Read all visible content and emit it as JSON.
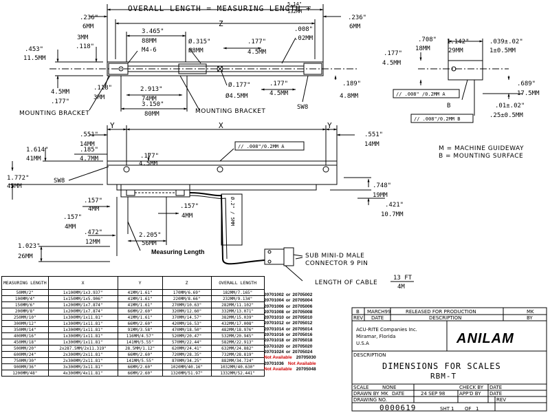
{
  "top_view": {
    "overall_label": "OVERALL LENGTH = MEASURING LENGTH +",
    "overall_add_in": "5.14\"",
    "overall_add_mm": "132MM",
    "z": "Z",
    "left_end_in": ".236\"",
    "left_end_mm": "6MM",
    "right_end_in": ".236\"",
    "right_end_mm": "6MM",
    "d3465_in": "3.465\"",
    "d3465_mm": "88MM",
    "m46": "M4-6",
    "d315_in": "Ø.315\"",
    "d315_mm": "Ø8MM",
    "d177a_in": ".177\"",
    "d177a_mm": "4.5MM",
    "d008_in": ".008\"",
    "d008_mm": ".02MM",
    "d3mm_in": "3MM",
    "d3mm_mm": ".118\"",
    "d453_in": ".453\"",
    "d453_mm": "11.5MM",
    "d45mm_in": "4.5MM",
    "d45mm_mm": ".177\"",
    "d118_in": ".118\"",
    "d118_mm": "3MM",
    "d2913_in": "2.913\"",
    "d2913_mm": "74MM",
    "d3150_in": "3.150\"",
    "d3150_mm": "80MM",
    "d177b_in": "Ø.177\"",
    "d177b_mm": "Ø4.5MM",
    "d177c_in": ".177\"",
    "d177c_mm": "4.5MM",
    "d189_in": ".189\"",
    "d189_mm": "4.8MM",
    "swb": "SW8",
    "mb_left": "MOUNTING BRACKET",
    "mb_right": "MOUNTING BRACKET"
  },
  "side_view": {
    "d708_in": ".708\"",
    "d708_mm": "18MM",
    "d1142_in": "1.142\"",
    "d1142_mm": "29MM",
    "d039_in": ".039±.02\"",
    "d039_mm": "1±0.5MM",
    "d177_in": ".177\"",
    "d177_mm": "4.5MM",
    "d689_in": ".689\"",
    "d689_mm": "17.5MM",
    "d01_in": ".01±.02\"",
    "d01_mm": ".25±0.5MM",
    "tol_a": "// .008\" /0.2MM A",
    "tol_b": "// .008\"/0.2MM B",
    "b_label": "B"
  },
  "front_view": {
    "y_left": "Y",
    "x_mid": "X",
    "y_right": "Y",
    "d551l_in": ".551\"",
    "d551l_mm": "14MM",
    "d551r_in": ".551\"",
    "d551r_mm": "14MM",
    "d1614_in": "1.614\"",
    "d1614_mm": "41MM",
    "d185_in": ".185\"",
    "d185_mm": "4.7MM",
    "d177_in": ".177\"",
    "d177_mm": "4.5MM",
    "tol": "// .008\"/0.2MM A",
    "d1772_in": "1.772\"",
    "d1772_mm": "45MM",
    "swb": "SW8",
    "d748_in": ".748\"",
    "d748_mm": "19MM",
    "d421_in": ".421\"",
    "d421_mm": "10.7MM",
    "d157a_in": ".157\"",
    "d157a_mm": "4MM",
    "d157b_in": ".157\"",
    "d157b_mm": "4MM",
    "d157c_in": ".157\"",
    "d157c_mm": "4MM",
    "d472_in": ".472\"",
    "d472_mm": "12MM",
    "d2205_in": "2.205\"",
    "d2205_mm": "56MM",
    "d1023_in": "1.023\"",
    "d1023_mm": "26MM",
    "measuring_length": "Measuring Length",
    "cable_dia": "Ø.2\" / 5MM",
    "connector_line1": "SUB MINI-D MALE",
    "connector_line2": "CONNECTOR 9 PIN",
    "cable_len_label": "LENGTH OF CABLE",
    "cable_len_in": "13 FT",
    "cable_len_mm": "4M"
  },
  "legend": {
    "m": "M = MACHINE GUIDEWAY",
    "b": "B = MOUNTING SURFACE"
  },
  "table": {
    "headers": [
      "MEASURING LENGTH",
      "X",
      "Y",
      "Z",
      "OVERALL LENGTH"
    ],
    "rows": [
      [
        "50MM/2\"",
        "1x100MM/1x3.937\"",
        "41MM/1.61\"",
        "170MM/6.69\"",
        "182MM/7.165\""
      ],
      [
        "100MM/4\"",
        "1x150MM/1x5.906\"",
        "41MM/1.61\"",
        "220MM/8.66\"",
        "232MM/9.134\""
      ],
      [
        "150MM/6\"",
        "1x200MM/1x7.874\"",
        "41MM/1.61\"",
        "270MM/10.63\"",
        "282MM/11.102\""
      ],
      [
        "200MM/8\"",
        "1x200MM/1x7.874\"",
        "66MM/2.60\"",
        "320MM/12.60\"",
        "332MM/13.071\""
      ],
      [
        "250MM/10\"",
        "1x300MM/1x11.81\"",
        "41MM/1.61\"",
        "370MM/14.57\"",
        "382MM/15.039\""
      ],
      [
        "300MM/12\"",
        "1x300MM/1x11.81\"",
        "66MM/2.60\"",
        "420MM/16.53\"",
        "432MM/17.008\""
      ],
      [
        "350MM/14\"",
        "1x300MM/1x11.81\"",
        "91MM/3.58\"",
        "470MM/18.50\"",
        "482MM/18.976\""
      ],
      [
        "400MM/16\"",
        "1x300MM/1x11.81\"",
        "116MM/4.57\"",
        "520MM/20.47\"",
        "532MM/20.945\""
      ],
      [
        "450MM/18\"",
        "1x300MM/1x11.81\"",
        "141MM/5.55\"",
        "570MM/22.44\"",
        "582MM/22.913\""
      ],
      [
        "500MM/20\"",
        "2x287.5MM/2x11.319\"",
        "28.5MM/1.12\"",
        "620MM/24.41\"",
        "632MM/24.882\""
      ],
      [
        "600MM/24\"",
        "2x300MM/2x11.81\"",
        "66MM/2.60\"",
        "720MM/28.35\"",
        "732MM/28.819\""
      ],
      [
        "750MM/30\"",
        "2x300MM/2x11.81\"",
        "141MM/5.55\"",
        "870MM/34.25\"",
        "882MM/34.724\""
      ],
      [
        "900MM/36\"",
        "3x300MM/3x11.81\"",
        "66MM/2.60\"",
        "1020MM/40.16\"",
        "1032MM/40.630\""
      ],
      [
        "1200MM/48\"",
        "4x300MM/4x11.81\"",
        "66MM/2.60\"",
        "1320MM/51.97\"",
        "1332MM/52.441\""
      ]
    ]
  },
  "part_numbers": [
    {
      "a": "20701002",
      "sep": "or",
      "b": "20705002",
      "a_na": false,
      "b_na": false
    },
    {
      "a": "20701004",
      "sep": "or",
      "b": "20705004",
      "a_na": false,
      "b_na": false
    },
    {
      "a": "20701006",
      "sep": "or",
      "b": "20705006",
      "a_na": false,
      "b_na": false
    },
    {
      "a": "20701008",
      "sep": "or",
      "b": "20705008",
      "a_na": false,
      "b_na": false
    },
    {
      "a": "20701010",
      "sep": "or",
      "b": "20705010",
      "a_na": false,
      "b_na": false
    },
    {
      "a": "20701012",
      "sep": "or",
      "b": "20705012",
      "a_na": false,
      "b_na": false
    },
    {
      "a": "20701014",
      "sep": "or",
      "b": "20705014",
      "a_na": false,
      "b_na": false
    },
    {
      "a": "20701016",
      "sep": "or",
      "b": "20705016",
      "a_na": false,
      "b_na": false
    },
    {
      "a": "20701018",
      "sep": "or",
      "b": "20705018",
      "a_na": false,
      "b_na": false
    },
    {
      "a": "20701020",
      "sep": "or",
      "b": "20705020",
      "a_na": false,
      "b_na": false
    },
    {
      "a": "20701024",
      "sep": "or",
      "b": "20705024",
      "a_na": false,
      "b_na": false
    },
    {
      "a": "Not Available",
      "sep": "",
      "b": "20705030",
      "a_na": true,
      "b_na": false
    },
    {
      "a": "20701036",
      "sep": "",
      "b": "Not Available",
      "a_na": false,
      "b_na": true
    },
    {
      "a": "Not Available",
      "sep": "",
      "b": "20705048",
      "a_na": true,
      "b_na": false
    }
  ],
  "title_block": {
    "rev_row_b": "B",
    "rev_row_date": "MARCH99",
    "rev_row_desc": "RELEASED FOR PRODUCTION",
    "rev_row_by": "MK",
    "h_rev": "REV",
    "h_date": "DATE",
    "h_desc": "DESCRIPTION",
    "h_by": "BY",
    "company_1": "ACU-RITE Companies Inc.",
    "company_2": "Miramar, Florida",
    "company_3": "U.S.A",
    "brand": "ANILAM",
    "desc_label": "DESCRIPTION",
    "title_1": "DIMENSIONS FOR SCALES",
    "title_2": "RBM-T",
    "scale_label": "SCALE",
    "scale_val": "NONE",
    "date_label": "DATE",
    "drawn_label": "DRAWN BY",
    "drawn_val": "MK",
    "date_val": "24 SEP 98",
    "check_label": "CHECK BY",
    "appd_label": "APP'D BY",
    "dwg_label": "DRAWING NO.",
    "rev_label": "REV",
    "dwg_no": "0000619",
    "sheet_label": "SHT",
    "sheet_no": "1",
    "of_label": "OF",
    "of_no": "1"
  }
}
